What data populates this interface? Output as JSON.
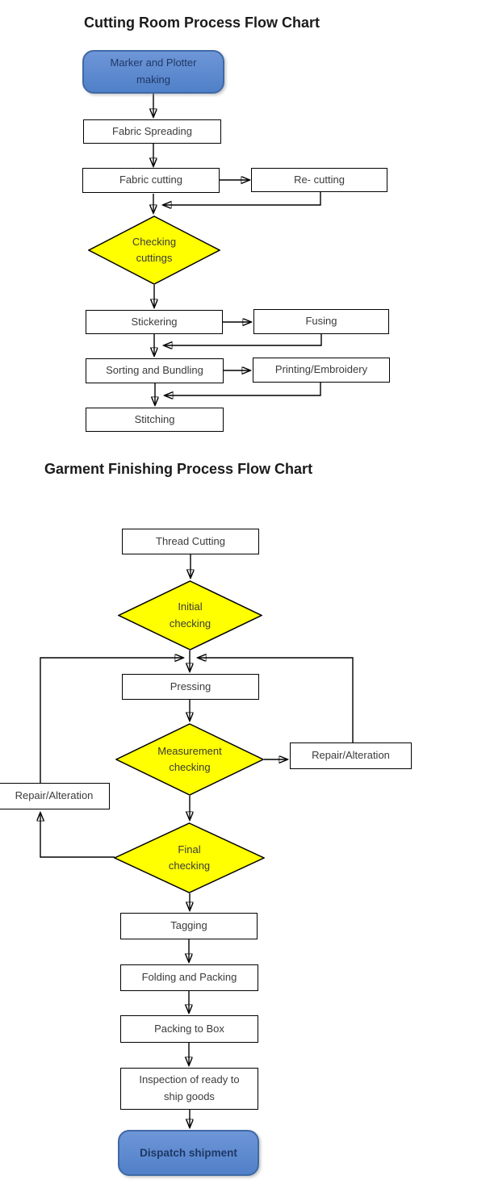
{
  "colors": {
    "terminal_fill": "#5080c8",
    "terminal_fill_light": "#6e96d8",
    "terminal_border": "#3f69a5",
    "terminal_text": "#1f3864",
    "decision_fill": "#ffff00",
    "process_fill": "#ffffff",
    "line_color": "#000000",
    "text_color": "#3b3b3b"
  },
  "charts": [
    {
      "title": "Cutting Room Process Flow Chart",
      "nodes": {
        "marker_plotter": {
          "label": "Marker and Plotter\nmaking",
          "type": "terminal"
        },
        "fabric_spreading": {
          "label": "Fabric Spreading",
          "type": "process"
        },
        "fabric_cutting": {
          "label": "Fabric cutting",
          "type": "process"
        },
        "re_cutting": {
          "label": "Re- cutting",
          "type": "process"
        },
        "checking_cuttings": {
          "label": "Checking\ncuttings",
          "type": "decision"
        },
        "stickering": {
          "label": "Stickering",
          "type": "process"
        },
        "fusing": {
          "label": "Fusing",
          "type": "process"
        },
        "sorting_bundling": {
          "label": "Sorting and Bundling",
          "type": "process"
        },
        "printing_embroidery": {
          "label": "Printing/Embroidery",
          "type": "process"
        },
        "stitching": {
          "label": "Stitching",
          "type": "process"
        }
      },
      "edges": [
        [
          "marker_plotter",
          "fabric_spreading"
        ],
        [
          "fabric_spreading",
          "fabric_cutting"
        ],
        [
          "fabric_cutting",
          "re_cutting"
        ],
        [
          "re_cutting",
          "checking_cuttings"
        ],
        [
          "fabric_cutting",
          "checking_cuttings"
        ],
        [
          "checking_cuttings",
          "stickering"
        ],
        [
          "stickering",
          "fusing"
        ],
        [
          "fusing",
          "sorting_bundling"
        ],
        [
          "stickering",
          "sorting_bundling"
        ],
        [
          "sorting_bundling",
          "printing_embroidery"
        ],
        [
          "printing_embroidery",
          "stitching"
        ],
        [
          "sorting_bundling",
          "stitching"
        ]
      ]
    },
    {
      "title": "Garment Finishing Process Flow Chart",
      "nodes": {
        "thread_cutting": {
          "label": "Thread Cutting",
          "type": "process"
        },
        "initial_checking": {
          "label": "Initial\nchecking",
          "type": "decision"
        },
        "pressing": {
          "label": "Pressing",
          "type": "process"
        },
        "measurement_checking": {
          "label": "Measurement\nchecking",
          "type": "decision"
        },
        "repair_alteration_right": {
          "label": "Repair/Alteration",
          "type": "process"
        },
        "repair_alteration_left": {
          "label": "Repair/Alteration",
          "type": "process"
        },
        "final_checking": {
          "label": "Final\nchecking",
          "type": "decision"
        },
        "tagging": {
          "label": "Tagging",
          "type": "process"
        },
        "folding_packing": {
          "label": "Folding and Packing",
          "type": "process"
        },
        "packing_to_box": {
          "label": "Packing to Box",
          "type": "process"
        },
        "inspection": {
          "label": "Inspection of ready to\nship goods",
          "type": "process"
        },
        "dispatch": {
          "label": "Dispatch shipment",
          "type": "terminal"
        }
      },
      "edges": [
        [
          "thread_cutting",
          "initial_checking"
        ],
        [
          "initial_checking",
          "pressing"
        ],
        [
          "pressing",
          "measurement_checking"
        ],
        [
          "measurement_checking",
          "repair_alteration_right"
        ],
        [
          "repair_alteration_right",
          "pressing"
        ],
        [
          "measurement_checking",
          "final_checking"
        ],
        [
          "final_checking",
          "repair_alteration_left"
        ],
        [
          "repair_alteration_left",
          "pressing"
        ],
        [
          "final_checking",
          "tagging"
        ],
        [
          "tagging",
          "folding_packing"
        ],
        [
          "folding_packing",
          "packing_to_box"
        ],
        [
          "packing_to_box",
          "inspection"
        ],
        [
          "inspection",
          "dispatch"
        ]
      ]
    }
  ]
}
